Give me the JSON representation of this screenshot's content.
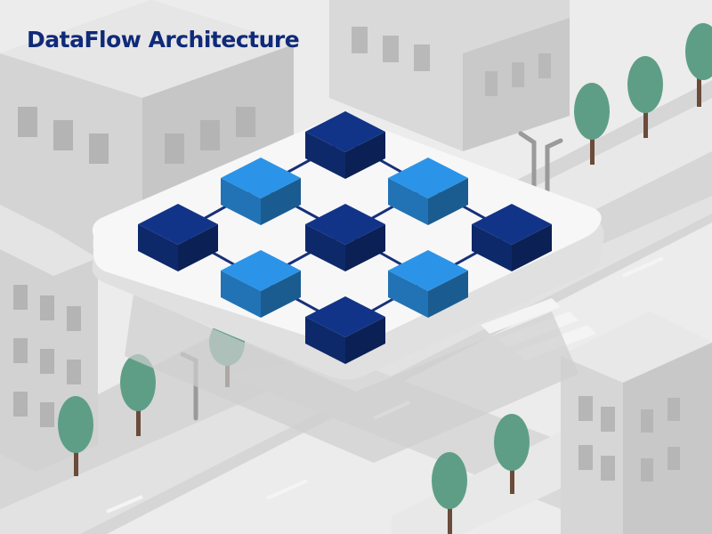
{
  "title": "DataFlow Architecture",
  "colors": {
    "background": "#ececec",
    "title": "#0f2a78",
    "node_dark": "#123488",
    "node_light": "#2b94e8",
    "connector": "#17307a",
    "platform": "#f7f7f7",
    "tree": "#5e9e87",
    "building": "#d9d9d9"
  },
  "diagram": {
    "nodes": [
      {
        "id": "n-top",
        "tone": "dark"
      },
      {
        "id": "n-upper-left",
        "tone": "light"
      },
      {
        "id": "n-upper-right",
        "tone": "light"
      },
      {
        "id": "n-left",
        "tone": "dark"
      },
      {
        "id": "n-center",
        "tone": "dark"
      },
      {
        "id": "n-right",
        "tone": "dark"
      },
      {
        "id": "n-lower-left",
        "tone": "light"
      },
      {
        "id": "n-lower-right",
        "tone": "light"
      },
      {
        "id": "n-bottom",
        "tone": "dark"
      }
    ],
    "edges": [
      [
        "n-top",
        "n-upper-left"
      ],
      [
        "n-top",
        "n-upper-right"
      ],
      [
        "n-upper-left",
        "n-left"
      ],
      [
        "n-upper-left",
        "n-center"
      ],
      [
        "n-upper-right",
        "n-center"
      ],
      [
        "n-upper-right",
        "n-right"
      ],
      [
        "n-left",
        "n-lower-left"
      ],
      [
        "n-center",
        "n-lower-left"
      ],
      [
        "n-center",
        "n-lower-right"
      ],
      [
        "n-right",
        "n-lower-right"
      ],
      [
        "n-lower-left",
        "n-bottom"
      ],
      [
        "n-lower-right",
        "n-bottom"
      ]
    ]
  }
}
